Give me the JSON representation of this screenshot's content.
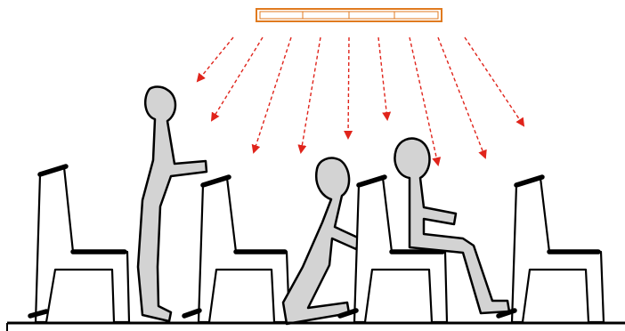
{
  "colors": {
    "light_fill": "#ffffff",
    "light_stroke": "#e07a1f",
    "ray": "#e0241b",
    "figure_fill": "#d3d3d3",
    "outline": "#000000",
    "background": "#ffffff"
  },
  "icons": {
    "light": "ceiling-light-fixture",
    "rays": "light-ray-arrow",
    "postures": [
      "standing",
      "kneeling",
      "sitting"
    ]
  }
}
